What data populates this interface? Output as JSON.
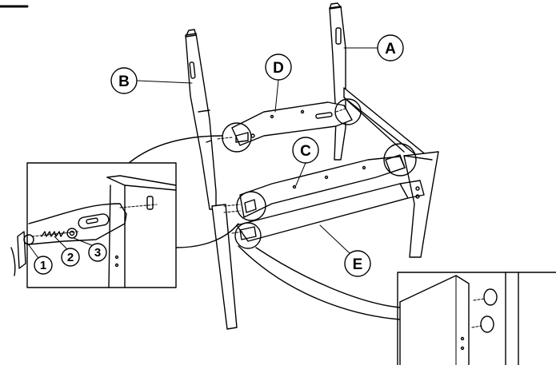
{
  "part_labels": {
    "A": "A",
    "B": "B",
    "C": "C",
    "D": "D",
    "E": "E"
  },
  "hardware_labels": {
    "bolt": "1",
    "spring_washer": "2",
    "flat_washer": "3"
  },
  "colors": {
    "line": "#000000",
    "background": "#ffffff"
  }
}
